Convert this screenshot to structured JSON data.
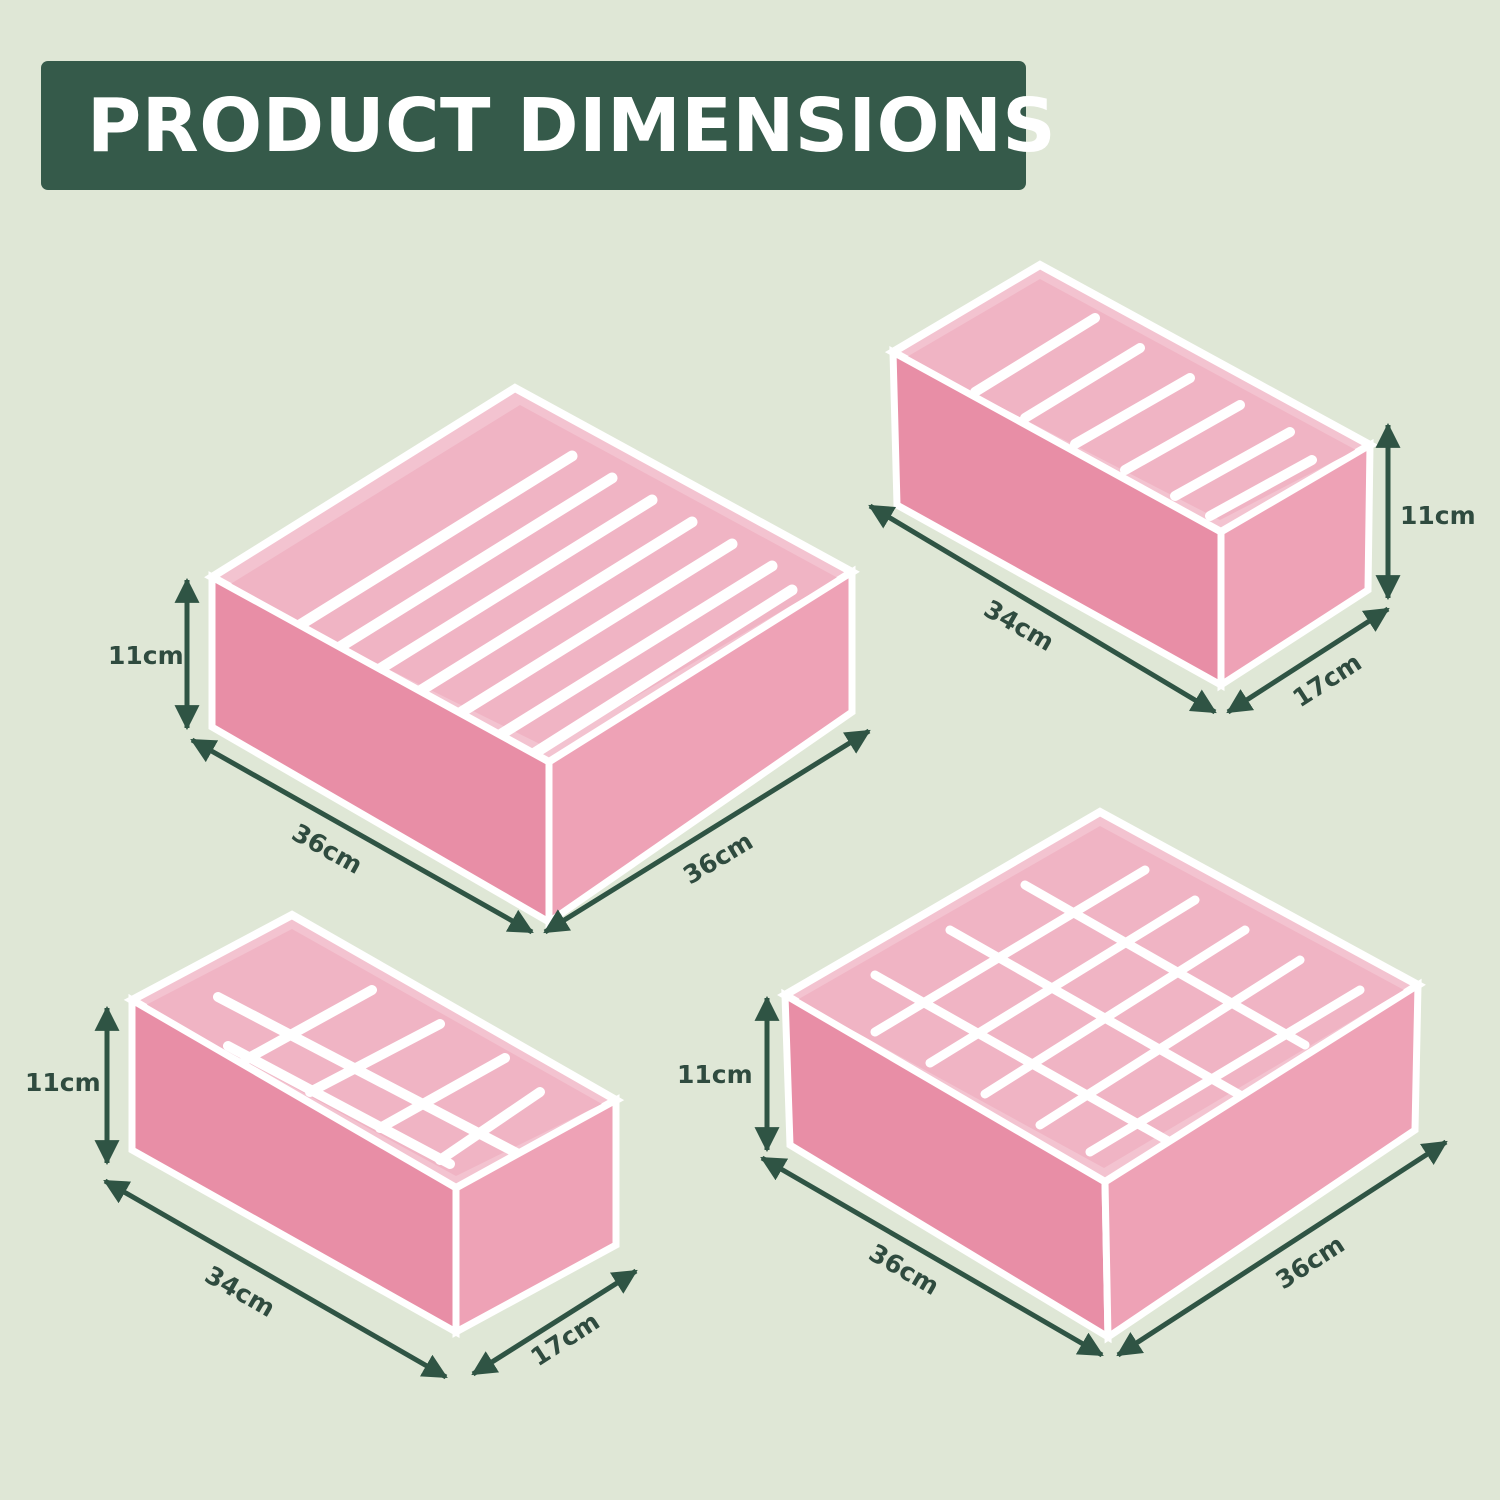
{
  "title": "PRODUCT DIMENSIONS",
  "colors": {
    "background": "#dfe7d6",
    "header": "#355a4a",
    "arrow": "#2f5444",
    "box_pink": "#e992a8",
    "trim": "#ffffff"
  },
  "organizers": [
    {
      "compartments": 7,
      "height": "11cm",
      "width": "36cm",
      "depth": "36cm"
    },
    {
      "compartments": 6,
      "height": "11cm",
      "width": "34cm",
      "depth": "17cm"
    },
    {
      "compartments": 8,
      "height": "11cm",
      "width": "34cm",
      "depth": "17cm"
    },
    {
      "compartments": 24,
      "height": "11cm",
      "width": "36cm",
      "depth": "36cm"
    }
  ]
}
